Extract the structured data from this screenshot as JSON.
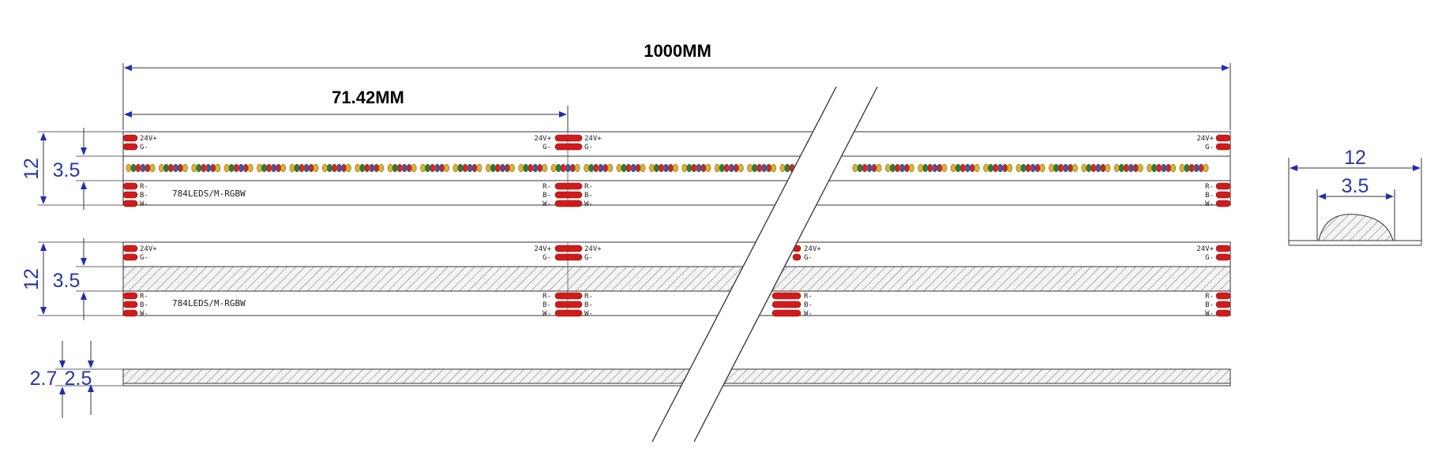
{
  "title_length": "1000MM",
  "cut_length": "71.42MM",
  "strip_label": "784LEDS/M-RGBW",
  "pads": {
    "power_plus": "24V+",
    "green": "G-",
    "red": "R-",
    "blue": "B-",
    "white": "W-"
  },
  "dims": {
    "strip_width": "12",
    "led_width": "3.5",
    "thickness_total": "2.7",
    "thickness_pcb": "2.5",
    "profile_width": "12",
    "profile_led_width": "3.5"
  },
  "colors": {
    "dimension_blue": "#2a35a8",
    "pad_red": "#d11b1b",
    "outline": "#333333"
  }
}
